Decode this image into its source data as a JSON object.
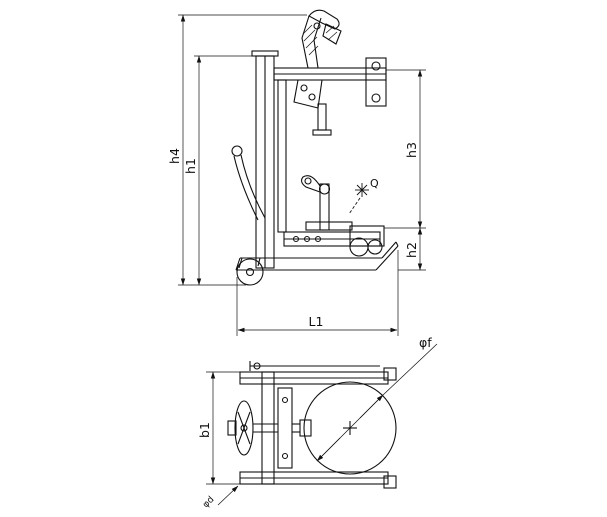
{
  "colors": {
    "ink": "#111111",
    "background": "#ffffff"
  },
  "dimensions": {
    "h4": "h4",
    "h1": "h1",
    "h3": "h3",
    "h2": "h2",
    "L1": "L1",
    "b1": "b1",
    "phi_f": "φf",
    "load_label": "Q",
    "corner_label": "φd"
  }
}
